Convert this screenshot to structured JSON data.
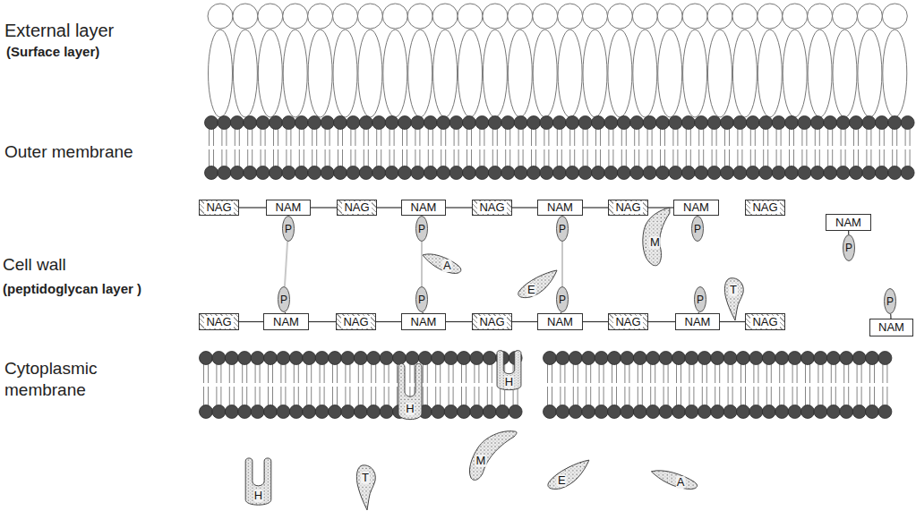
{
  "diagram": {
    "nodes": [
      {
        "text": [
          "NAG"
        ]
      },
      {
        "text": [
          "NAM"
        ]
      },
      {
        "text": [
          "NAG"
        ]
      },
      {
        "text": [
          "NAM"
        ]
      },
      {
        "text": [
          "NAG"
        ]
      },
      {
        "text": [
          "NAM"
        ]
      },
      {
        "text": [
          "NAG"
        ]
      },
      {
        "text": [
          "M"
        ]
      },
      {
        "text": [
          "NAM"
        ]
      },
      {
        "text": [
          "NAG"
        ]
      },
      {
        "text": [
          "NAM"
        ]
      },
      {
        "text": [
          "P"
        ]
      },
      {
        "text": [
          "P"
        ]
      },
      {
        "text": [
          "P"
        ]
      },
      {
        "text": [
          "P"
        ]
      },
      {
        "text": [
          "P"
        ]
      },
      {
        "text": [
          "A"
        ]
      },
      {
        "text": [
          "E"
        ]
      },
      {
        "text": [
          "P"
        ]
      },
      {
        "text": [
          "P"
        ]
      },
      {
        "text": [
          "P"
        ]
      },
      {
        "text": [
          "P"
        ]
      },
      {
        "text": [
          "T"
        ]
      },
      {
        "text": [
          "P"
        ]
      },
      {
        "text": [
          "NAG"
        ]
      },
      {
        "text": [
          "NAM"
        ]
      },
      {
        "text": [
          "NAG"
        ]
      },
      {
        "text": [
          "NAM"
        ]
      },
      {
        "text": [
          "NAG"
        ]
      },
      {
        "text": [
          "NAM"
        ]
      },
      {
        "text": [
          "NAG"
        ]
      },
      {
        "text": [
          "NAM"
        ]
      },
      {
        "text": [
          "NAG"
        ]
      },
      {
        "text": [
          "NAM"
        ]
      },
      {
        "text": [
          "H"
        ]
      },
      {
        "text": [
          "H"
        ]
      },
      {
        "text": [
          "M"
        ]
      },
      {
        "text": [
          "H"
        ]
      },
      {
        "text": [
          "T"
        ]
      },
      {
        "text": [
          "E"
        ]
      },
      {
        "text": [
          "A"
        ]
      }
    ],
    "edges": [
      {
        "from": 0,
        "to": 1,
        "arrow": "none"
      },
      {
        "from": 1,
        "to": 2,
        "arrow": "none"
      },
      {
        "from": 2,
        "to": 3,
        "arrow": "none"
      },
      {
        "from": 3,
        "to": 4,
        "arrow": "none"
      },
      {
        "from": 4,
        "to": 5,
        "arrow": "none"
      },
      {
        "from": 5,
        "to": 6,
        "arrow": "none"
      },
      {
        "from": 6,
        "to": 8,
        "arrow": "none"
      },
      {
        "from": 1,
        "to": 11,
        "arrow": "none"
      },
      {
        "from": 3,
        "to": 12,
        "arrow": "none"
      },
      {
        "from": 5,
        "to": 13,
        "arrow": "none"
      },
      {
        "from": 8,
        "to": 14,
        "arrow": "none"
      },
      {
        "from": 10,
        "to": 15,
        "arrow": "none"
      },
      {
        "from": 11,
        "to": 18,
        "arrow": "none"
      },
      {
        "from": 12,
        "to": 19,
        "arrow": "none"
      },
      {
        "from": 13,
        "to": 20,
        "arrow": "none"
      },
      {
        "from": 18,
        "to": 25,
        "arrow": "none"
      },
      {
        "from": 19,
        "to": 27,
        "arrow": "none"
      },
      {
        "from": 20,
        "to": 29,
        "arrow": "none"
      },
      {
        "from": 21,
        "to": 31,
        "arrow": "none"
      },
      {
        "from": 23,
        "to": 33,
        "arrow": "none"
      },
      {
        "from": 24,
        "to": 25,
        "arrow": "none"
      },
      {
        "from": 25,
        "to": 26,
        "arrow": "none"
      },
      {
        "from": 26,
        "to": 27,
        "arrow": "none"
      },
      {
        "from": 27,
        "to": 28,
        "arrow": "none"
      },
      {
        "from": 28,
        "to": 29,
        "arrow": "none"
      },
      {
        "from": 29,
        "to": 30,
        "arrow": "none"
      },
      {
        "from": 30,
        "to": 31,
        "arrow": "none"
      },
      {
        "from": 31,
        "to": 32,
        "arrow": "none"
      }
    ],
    "labels": [
      "External layer",
      "(Surface layer)",
      "Outer membrane",
      "Cell wall",
      "(peptidoglycan layer )",
      "Cytoplasmic membrane"
    ]
  }
}
